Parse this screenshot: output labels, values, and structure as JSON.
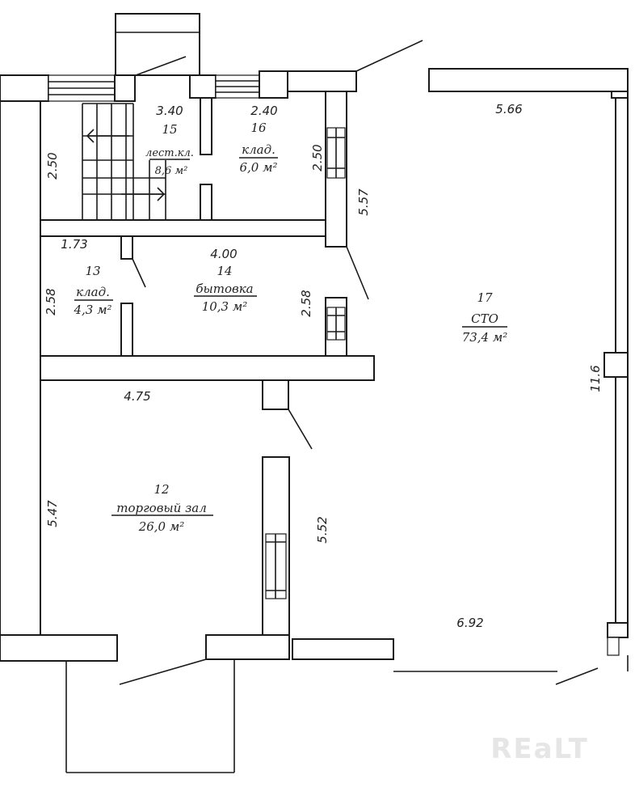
{
  "rooms": [
    {
      "id": "12",
      "number": "12",
      "name": "торговый зал",
      "area": "26,0 м²"
    },
    {
      "id": "13",
      "number": "13",
      "name": "клад.",
      "area": "4,3 м²"
    },
    {
      "id": "14",
      "number": "14",
      "name": "бытовка",
      "area": "10,3 м²"
    },
    {
      "id": "15",
      "number": "15",
      "name": "лест.кл.",
      "area": "8,6 м²"
    },
    {
      "id": "16",
      "number": "16",
      "name": "клад.",
      "area": "6,0 м²"
    },
    {
      "id": "17",
      "number": "17",
      "name": "СТО",
      "area": "73,4 м²"
    }
  ],
  "dimensions": {
    "d340": "3.40",
    "d240": "2.40",
    "d566": "5.66",
    "d250a": "2.50",
    "d250b": "2.50",
    "d557": "5.57",
    "d173": "1.73",
    "d400": "4.00",
    "d258a": "2.58",
    "d258b": "2.58",
    "d116": "11.6",
    "d475": "4.75",
    "d547": "5.47",
    "d552": "5.52",
    "d692": "6.92"
  },
  "watermark": "REaLT",
  "colors": {
    "line": "#1a1a1a",
    "background": "#ffffff",
    "watermark": "#e6e6e6"
  }
}
